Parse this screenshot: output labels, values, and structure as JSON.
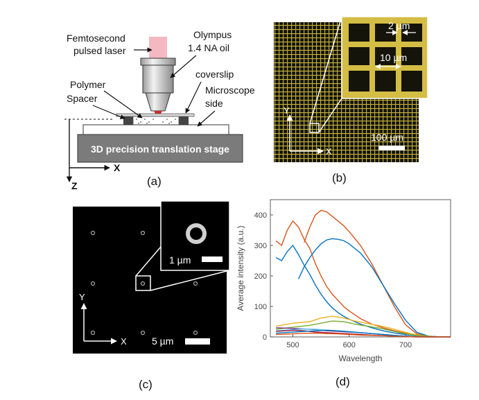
{
  "panels": {
    "a": {
      "caption": "(a)",
      "laser_label_line1": "Femtosecond",
      "laser_label_line2": "pulsed laser",
      "objective_label_line1": "Olympus",
      "objective_label_line2": "1.4 NA oil",
      "polymer_label": "Polymer",
      "spacer_label": "Spacer",
      "coverslip_label": "coverslip",
      "microscope_label_line1": "Microscope",
      "microscope_label_line2": "side",
      "stage_label": "3D precision translation stage",
      "axis_x": "X",
      "axis_z": "Z"
    },
    "b": {
      "caption": "(b)",
      "inset_label_2": "2 µm",
      "inset_label_10": "10 µm",
      "scalebar_label": "100 µm",
      "axis_y": "Y",
      "axis_x": "X",
      "colors": {
        "grid": "#d8c248",
        "background": "#141408"
      }
    },
    "c": {
      "caption": "(c)",
      "inset_scalebar_label": "1 µm",
      "scalebar_label": "5 µm",
      "axis_y": "Y",
      "axis_x": "X"
    },
    "d": {
      "caption": "(d)"
    }
  },
  "chart_data": {
    "type": "line",
    "xlabel": "Wavelength",
    "ylabel": "Average intensity (a.u.)",
    "xlim": [
      460,
      780
    ],
    "ylim": [
      0,
      450
    ],
    "xticks": [
      500,
      600,
      700
    ],
    "yticks": [
      0,
      100,
      200,
      300,
      400
    ],
    "series": [
      {
        "color": "#d95319",
        "x": [
          470,
          480,
          490,
          500,
          510,
          520,
          530,
          540,
          550,
          560,
          570,
          580,
          590,
          600,
          620,
          640,
          660,
          680,
          700,
          720,
          740,
          760,
          780
        ],
        "y": [
          315,
          300,
          350,
          380,
          360,
          320,
          290,
          240,
          200,
          165,
          140,
          120,
          100,
          85,
          60,
          42,
          30,
          20,
          12,
          6,
          2,
          0,
          0
        ]
      },
      {
        "color": "#0072bd",
        "x": [
          470,
          480,
          490,
          500,
          510,
          520,
          530,
          540,
          550,
          560,
          570,
          580,
          590,
          600,
          620,
          640,
          660,
          680,
          700,
          720,
          740,
          760,
          780
        ],
        "y": [
          260,
          250,
          280,
          300,
          270,
          235,
          205,
          170,
          140,
          115,
          95,
          80,
          68,
          58,
          42,
          30,
          20,
          13,
          8,
          4,
          2,
          0,
          0
        ]
      },
      {
        "color": "#d95319",
        "x": [
          520,
          530,
          540,
          550,
          560,
          570,
          580,
          590,
          600,
          620,
          640,
          660,
          680,
          700,
          720,
          740,
          760,
          780
        ],
        "y": [
          310,
          360,
          400,
          415,
          410,
          395,
          380,
          365,
          345,
          300,
          240,
          170,
          100,
          40,
          10,
          2,
          0,
          0
        ]
      },
      {
        "color": "#0072bd",
        "x": [
          510,
          520,
          530,
          540,
          550,
          560,
          570,
          580,
          590,
          600,
          620,
          640,
          660,
          680,
          700,
          720,
          740,
          760,
          780
        ],
        "y": [
          190,
          230,
          260,
          285,
          305,
          318,
          322,
          320,
          316,
          305,
          275,
          230,
          170,
          110,
          55,
          15,
          3,
          0,
          0
        ]
      },
      {
        "color": "#edb120",
        "x": [
          470,
          500,
          530,
          550,
          570,
          590,
          610,
          630,
          650,
          670,
          690,
          710,
          730,
          750,
          780
        ],
        "y": [
          35,
          45,
          50,
          62,
          68,
          62,
          52,
          45,
          38,
          30,
          20,
          10,
          4,
          1,
          0
        ]
      },
      {
        "color": "#77ac30",
        "x": [
          470,
          500,
          530,
          550,
          570,
          590,
          610,
          630,
          650,
          670,
          690,
          710,
          730,
          750,
          780
        ],
        "y": [
          25,
          32,
          38,
          45,
          52,
          50,
          42,
          36,
          30,
          22,
          14,
          7,
          3,
          0,
          0
        ]
      },
      {
        "color": "#7e2f8e",
        "x": [
          470,
          500,
          520,
          540,
          560,
          580,
          600,
          620,
          640,
          660,
          680,
          700,
          720,
          740,
          780
        ],
        "y": [
          30,
          28,
          26,
          24,
          20,
          18,
          16,
          14,
          11,
          8,
          5,
          3,
          1,
          0,
          0
        ]
      },
      {
        "color": "#4dbeee",
        "x": [
          470,
          500,
          520,
          540,
          560,
          580,
          600,
          620,
          640,
          660,
          680,
          700,
          720,
          740,
          780
        ],
        "y": [
          20,
          24,
          26,
          25,
          22,
          20,
          17,
          14,
          11,
          8,
          5,
          2,
          1,
          0,
          0
        ]
      },
      {
        "color": "#a2142f",
        "x": [
          470,
          500,
          520,
          540,
          560,
          580,
          600,
          620,
          640,
          660,
          680,
          700,
          720,
          740,
          780
        ],
        "y": [
          18,
          22,
          20,
          16,
          14,
          12,
          10,
          8,
          6,
          4,
          3,
          1,
          0,
          0,
          0
        ]
      },
      {
        "color": "#0072bd",
        "x": [
          470,
          500,
          520,
          540,
          560,
          580,
          600,
          620,
          640,
          660,
          680,
          700,
          720,
          740,
          780
        ],
        "y": [
          12,
          16,
          18,
          20,
          22,
          20,
          17,
          14,
          11,
          8,
          5,
          2,
          1,
          0,
          0
        ]
      },
      {
        "color": "#d95319",
        "x": [
          470,
          500,
          520,
          540,
          560,
          580,
          600,
          620,
          640,
          660,
          680,
          700,
          720,
          740,
          780
        ],
        "y": [
          8,
          10,
          12,
          12,
          11,
          10,
          8,
          6,
          5,
          4,
          2,
          1,
          0,
          0,
          0
        ]
      }
    ]
  }
}
